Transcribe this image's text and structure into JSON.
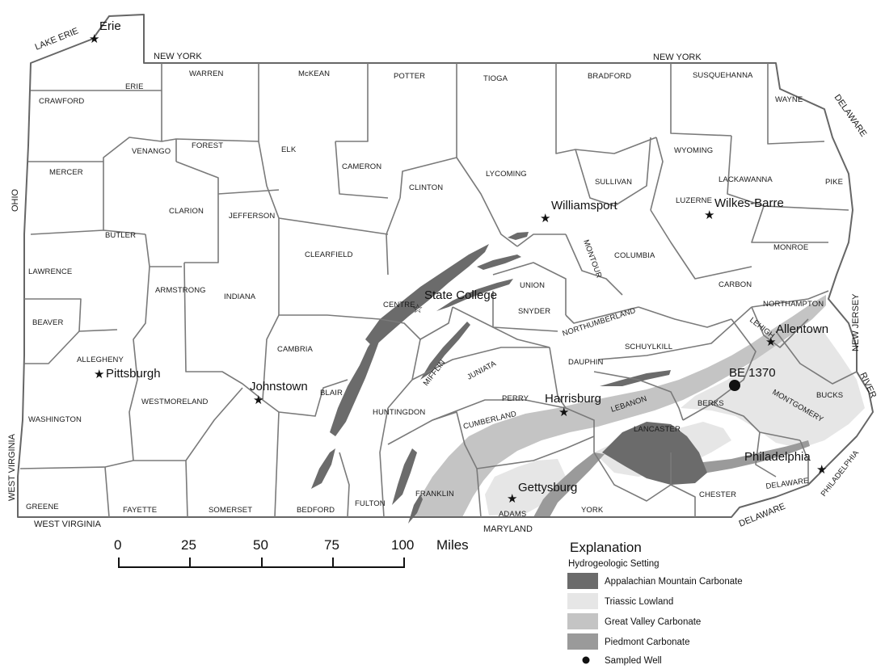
{
  "map": {
    "states": {
      "lake_erie": "LAKE ERIE",
      "new_york_w": "NEW YORK",
      "new_york_e": "NEW YORK",
      "ohio": "OHIO",
      "west_virginia_w": "WEST VIRGINIA",
      "west_virginia_s": "WEST VIRGINIA",
      "maryland": "MARYLAND",
      "delaware_ne": "DELAWARE",
      "delaware_se": "DELAWARE",
      "new_jersey": "NEW JERSEY",
      "river": "RIVER"
    },
    "counties": [
      "ERIE",
      "CRAWFORD",
      "WARREN",
      "McKEAN",
      "POTTER",
      "TIOGA",
      "BRADFORD",
      "SUSQUEHANNA",
      "WAYNE",
      "VENANGO",
      "FOREST",
      "ELK",
      "CAMERON",
      "MERCER",
      "CLINTON",
      "LYCOMING",
      "SULLIVAN",
      "WYOMING",
      "LACKAWANNA",
      "PIKE",
      "LUZERNE",
      "CLARION",
      "JEFFERSON",
      "BUTLER",
      "LAWRENCE",
      "CLEARFIELD",
      "MONTOUR",
      "COLUMBIA",
      "MONROE",
      "UNION",
      "CARBON",
      "ARMSTRONG",
      "INDIANA",
      "CENTRE",
      "SNYDER",
      "NORTHAMPTON",
      "NORTHUMBERLAND",
      "BEAVER",
      "LEHIGH",
      "SCHUYLKILL",
      "CAMBRIA",
      "ALLEGHENY",
      "MIFFLIN",
      "JUNIATA",
      "DAUPHIN",
      "WESTMORELAND",
      "BLAIR",
      "PERRY",
      "BERKS",
      "BUCKS",
      "HUNTINGDON",
      "LEBANON",
      "MONTGOMERY",
      "WASHINGTON",
      "CUMBERLAND",
      "LANCASTER",
      "FRANKLIN",
      "DELAWARE",
      "PHILADELPHIA",
      "GREENE",
      "FAYETTE",
      "SOMERSET",
      "BEDFORD",
      "FULTON",
      "ADAMS",
      "YORK",
      "CHESTER"
    ],
    "cities": [
      "Erie",
      "Williamsport",
      "Wilkes-Barre",
      "State College",
      "Allentown",
      "Pittsburgh",
      "Johnstown",
      "Harrisburg",
      "Philadelphia",
      "Gettysburg"
    ],
    "sampled_well_label": "BE 1370"
  },
  "scale": {
    "ticks": [
      "0",
      "25",
      "50",
      "75",
      "100"
    ],
    "unit": "Miles"
  },
  "legend": {
    "title": "Explanation",
    "subtitle": "Hydrogeologic Setting",
    "items": [
      {
        "label": "Appalachian Mountain Carbonate",
        "color": "#6b6b6b"
      },
      {
        "label": "Triassic Lowland",
        "color": "#e6e6e6"
      },
      {
        "label": "Great Valley Carbonate",
        "color": "#c4c4c4"
      },
      {
        "label": "Piedmont Carbonate",
        "color": "#9a9a9a"
      }
    ],
    "well_label": "Sampled Well"
  },
  "colors": {
    "appalachian": "#6b6b6b",
    "triassic": "#e6e6e6",
    "great_valley": "#c4c4c4",
    "piedmont": "#9a9a9a",
    "border": "#7a7a7a"
  }
}
